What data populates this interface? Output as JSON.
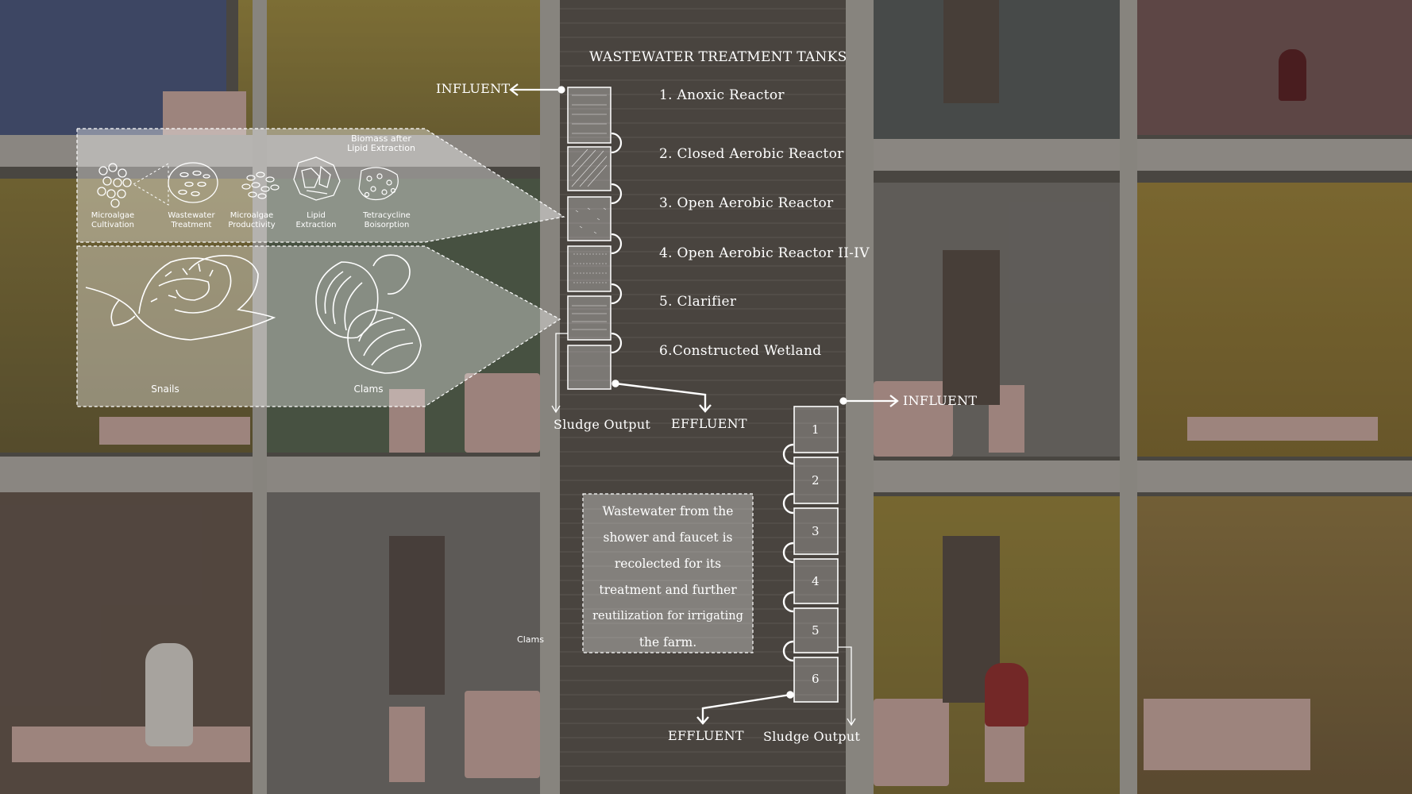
{
  "title": "WASTEWATER TREATMENT TANKS",
  "tanks": [
    "1. Anoxic Reactor",
    "2. Closed Aerobic Reactor",
    "3. Open Aerobic Reactor",
    "4. Open Aerobic Reactor II-IV",
    "5. Clarifier",
    "6.Constructed Wetland"
  ],
  "flow_labels": {
    "influent_top": "INFLUENT",
    "sludge_top": "Sludge Output",
    "effluent_top": "EFFLUENT",
    "influent_right": "INFLUENT",
    "effluent_bottom": "EFFLUENT",
    "sludge_bottom": "Sludge Output"
  },
  "tank_numbers": [
    "1",
    "2",
    "3",
    "4",
    "5",
    "6"
  ],
  "process_panel": {
    "header": "Biomass after Lipid Extraction",
    "steps": [
      "Microalgae Cultivation",
      "Wastewater Treatment",
      "Microalgae Productivity",
      "Lipid Extraction",
      "Tetracycline Boisorption"
    ]
  },
  "organisms": {
    "snails": "Snails",
    "clams": "Clams"
  },
  "stray_label": "Clams",
  "info_box": {
    "lines": [
      "Wastewater from the",
      "shower and faucet is",
      "recolected for its",
      "treatment and further",
      "reutilization for irrigating",
      "the farm."
    ]
  },
  "colors": {
    "overlay": "#ffffff",
    "wall_blue": "#4c5a86",
    "wall_yellow": "#b39a3d",
    "wall_brick": "#6a625c",
    "furniture_pink": "#d9b6ad"
  }
}
